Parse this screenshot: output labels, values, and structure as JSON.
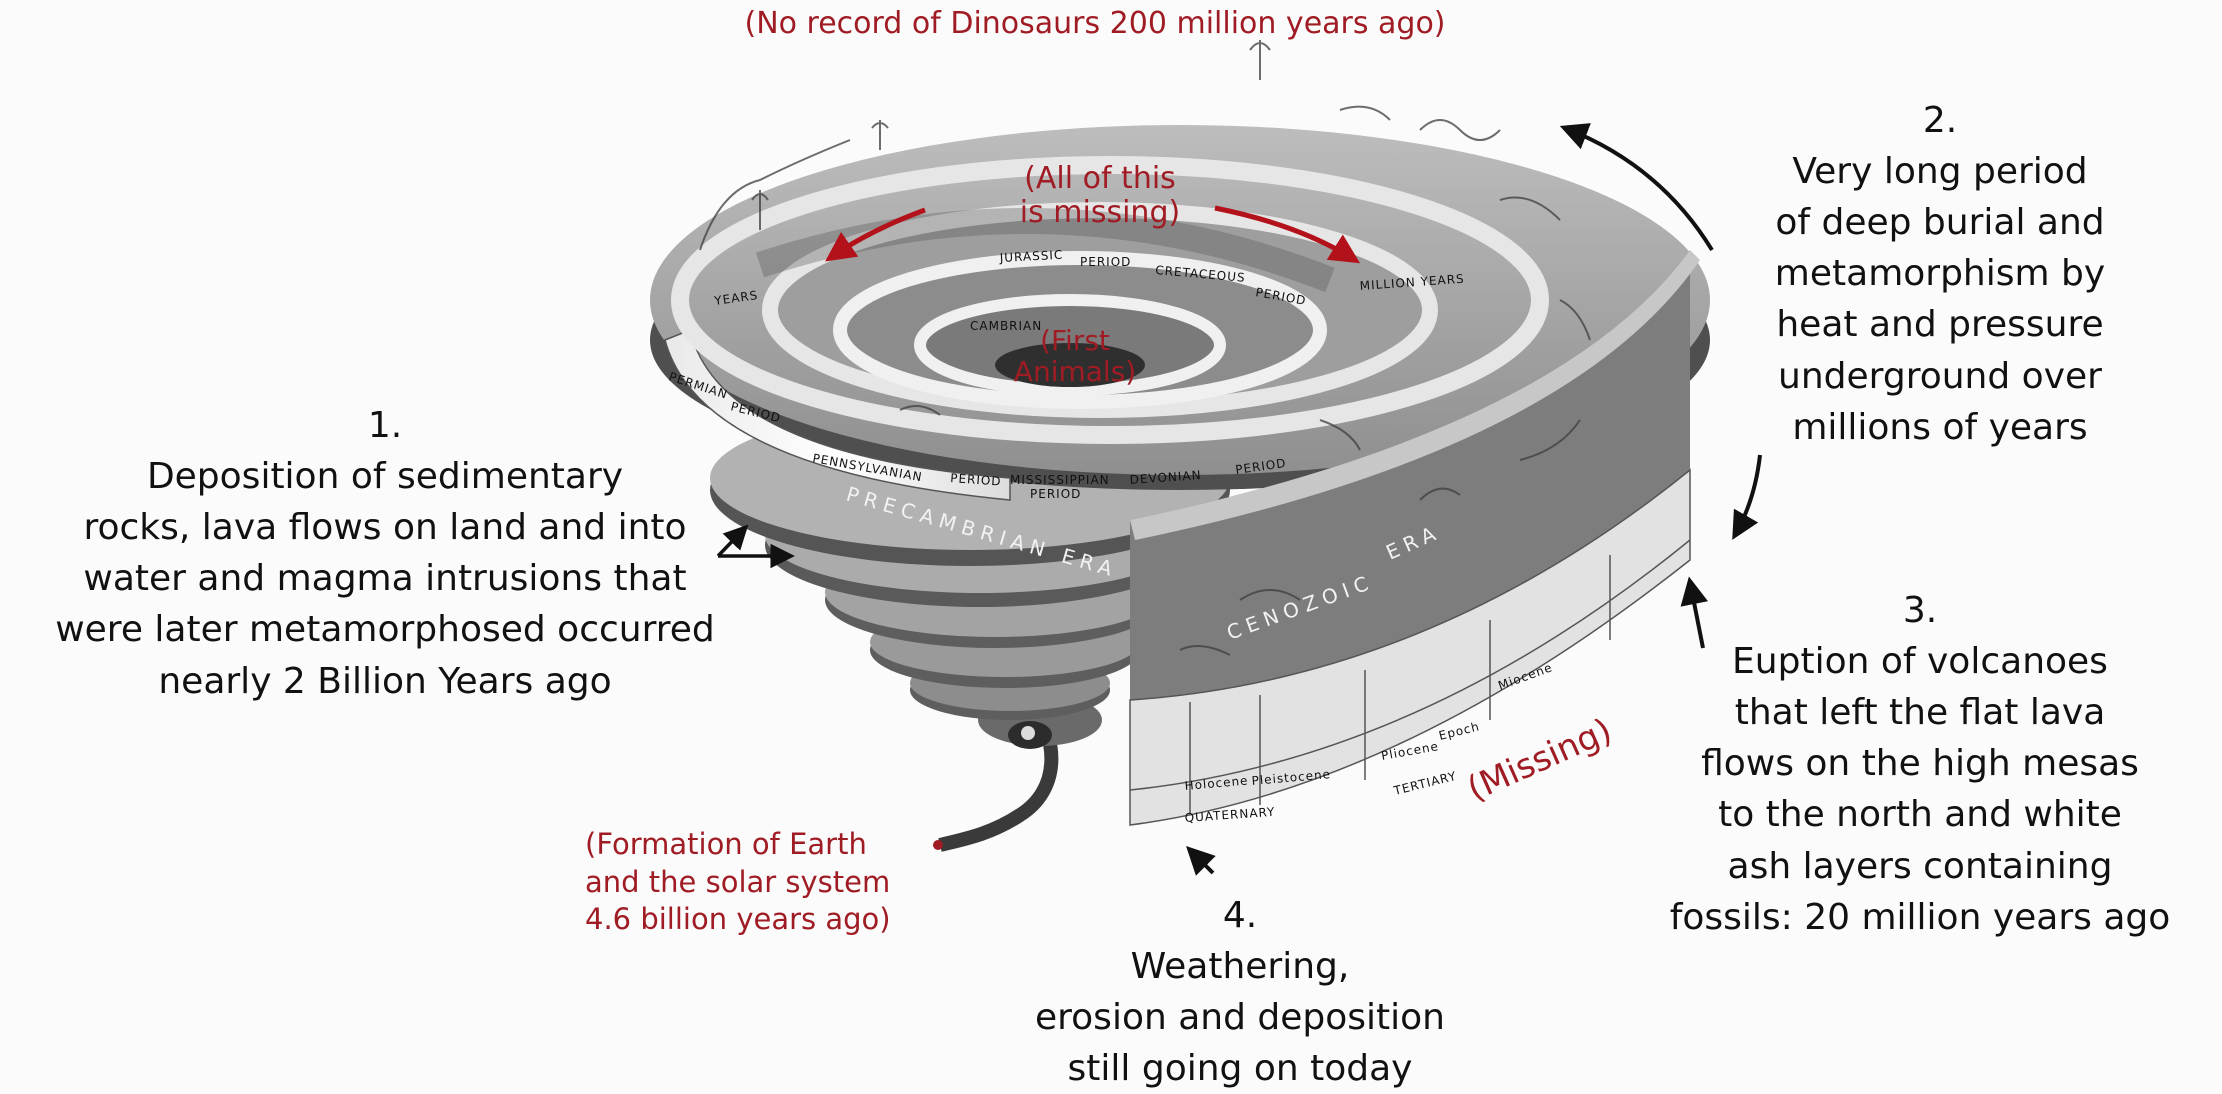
{
  "colors": {
    "red": "#a01c24",
    "black": "#111111",
    "background": "#fbfbfb"
  },
  "top_note": "(No record of Dinosaurs 200 million years ago)",
  "missing_note": {
    "line1": "(All of this",
    "line2": "is missing)"
  },
  "first_animals": {
    "line1": "(First",
    "line2": "Animals)"
  },
  "formation_note": {
    "line1": "(Formation of Earth",
    "line2": "and the solar system",
    "line3": "4.6 billion years ago)"
  },
  "missing_label": "(Missing)",
  "steps": [
    {
      "number": "1.",
      "lines": [
        "Deposition of sedimentary",
        "rocks, lava flows on land and into",
        "water and magma intrusions that",
        "were later metamorphosed occurred",
        "nearly 2 Billion Years ago"
      ]
    },
    {
      "number": "2.",
      "lines": [
        "Very long period",
        "of deep burial and",
        "metamorphism by",
        "heat and pressure",
        "underground over",
        "millions of years"
      ]
    },
    {
      "number": "3.",
      "lines": [
        "Euption of volcanoes",
        "that left the flat lava",
        "flows on the high mesas",
        "to the north and white",
        "ash layers containing",
        "fossils: 20 million years ago"
      ]
    },
    {
      "number": "4.",
      "lines": [
        "Weathering,",
        "erosion and deposition",
        "still going on today"
      ]
    }
  ],
  "spiral_labels": {
    "permian": "PERMIAN",
    "period": "PERIOD",
    "pennsylvanian": "PENNSYLVANIAN",
    "mississippian": "MISSISSIPPIAN",
    "devonian": "DEVONIAN",
    "jurassic": "JURASSIC",
    "cretaceous": "CRETACEOUS",
    "cambrian": "CAMBRIAN",
    "precambrian_era": "PRECAMBRIAN ERA",
    "cenozoic": "CENOZOIC",
    "era": "ERA",
    "holocene": "Holocene",
    "pleistocene": "Pleistocene",
    "pliocene": "Pliocene",
    "miocene": "Miocene",
    "epoch": "Epoch",
    "tertiary": "TERTIARY",
    "quaternary": "QUATERNARY",
    "million_years": "MILLION YEARS",
    "years": "YEARS"
  }
}
